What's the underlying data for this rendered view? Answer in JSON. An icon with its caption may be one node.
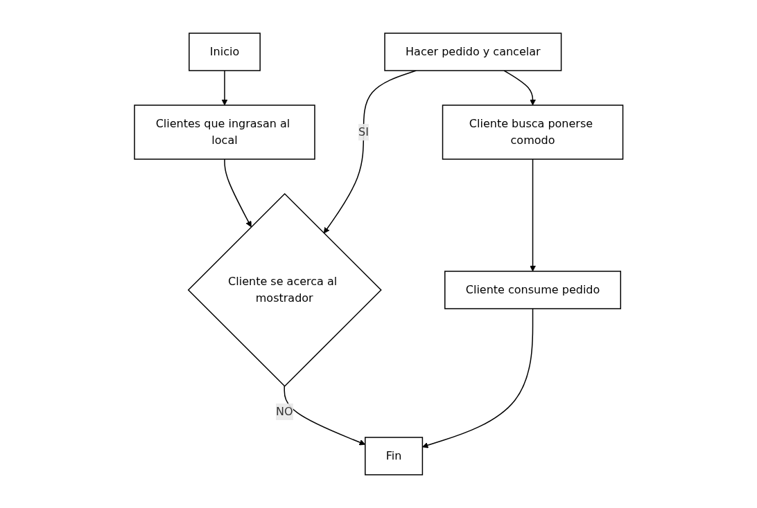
{
  "diagram": {
    "nodes": [
      {
        "text": [
          "Inicio"
        ]
      },
      {
        "text": [
          "Clientes que ingrasan al local"
        ]
      },
      {
        "text": [
          "Cliente se acerca al mostrador"
        ]
      },
      {
        "text": [
          "Hacer pedido y cancelar"
        ]
      },
      {
        "text": [
          "Cliente busca ponerse comodo"
        ]
      },
      {
        "text": [
          "Cliente consume pedido"
        ]
      },
      {
        "text": [
          "Fin"
        ]
      }
    ],
    "edges": [
      {
        "from": 0,
        "to": 1,
        "arrow": "to"
      },
      {
        "from": 1,
        "to": 2,
        "arrow": "to"
      },
      {
        "from": 3,
        "to": 2,
        "arrow": "to",
        "label": "SI"
      },
      {
        "from": 2,
        "to": 6,
        "arrow": "to",
        "label": "NO"
      },
      {
        "from": 3,
        "to": 4,
        "arrow": "to"
      },
      {
        "from": 4,
        "to": 5,
        "arrow": "to"
      },
      {
        "from": 5,
        "to": 6,
        "arrow": "to"
      }
    ]
  }
}
